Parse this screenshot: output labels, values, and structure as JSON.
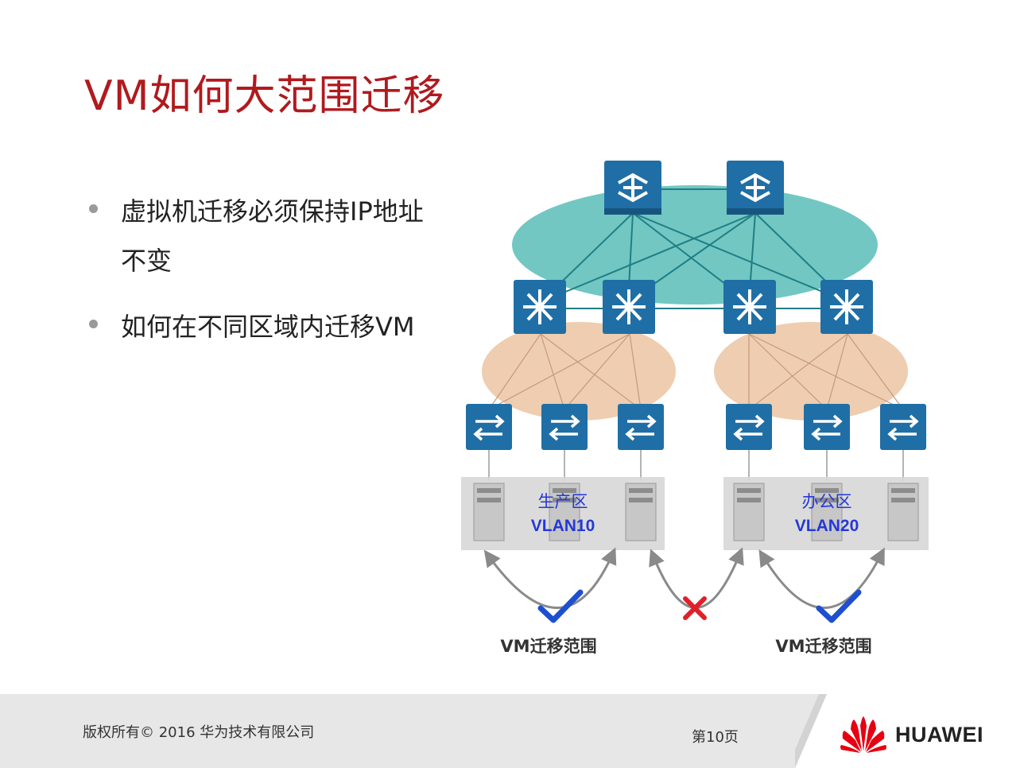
{
  "slide": {
    "title": "VM如何大范围迁移",
    "bullets": [
      "虚拟机迁移必须保持IP地址不变",
      "如何在不同区域内迁移VM"
    ]
  },
  "diagram": {
    "zones": [
      {
        "name": "生产区",
        "vlan": "VLAN10"
      },
      {
        "name": "办公区",
        "vlan": "VLAN20"
      }
    ],
    "migration_labels": [
      "VM迁移范围",
      "VM迁移范围"
    ],
    "colors": {
      "core_ellipse": "#4fb9b4",
      "aggregation_ellipse": "#ecc4a2",
      "device": "#1f6fa6",
      "allowed_check": "#1d4fd0",
      "blocked_cross": "#e0202a",
      "zone_box": "#d7d7d7"
    }
  },
  "footer": {
    "copyright": "版权所有© 2016 华为技术有限公司",
    "page": "第10页",
    "brand": "HUAWEI",
    "brand_color": "#e60012"
  }
}
